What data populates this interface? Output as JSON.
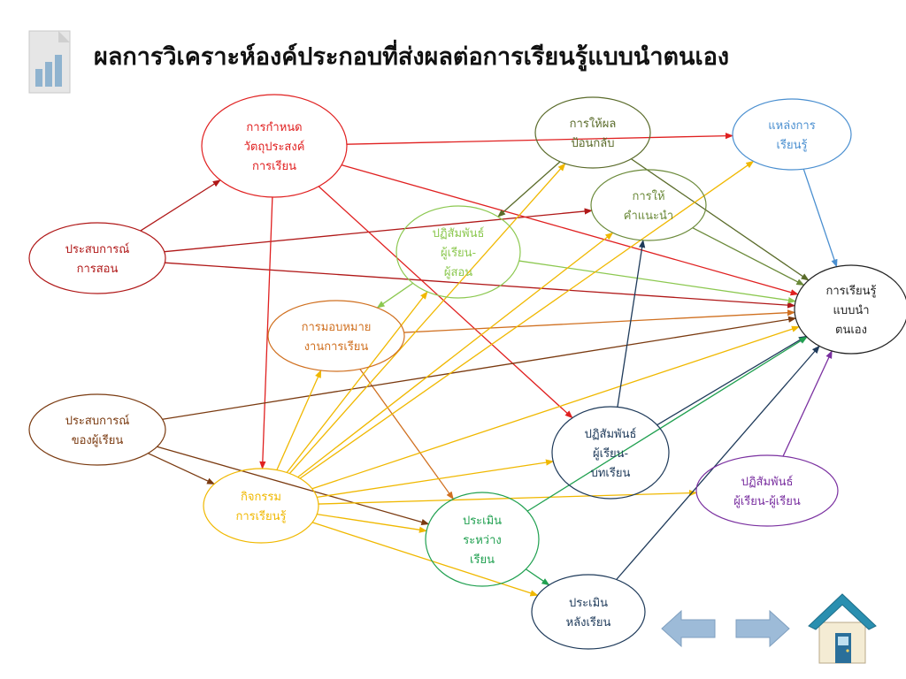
{
  "title": "ผลการวิเคราะห์องค์ประกอบที่ส่งผลต่อการเรียนรู้แบบนำตนเอง",
  "nodes": [
    {
      "id": "objective",
      "color": "#e02020",
      "lines": [
        "การกำหนด",
        "วัตถุประสงค์",
        "การเรียน"
      ]
    },
    {
      "id": "feedback",
      "color": "#5a6b2a",
      "lines": [
        "การให้ผล",
        "ป้อนกลับ"
      ]
    },
    {
      "id": "resources",
      "color": "#4a8fd0",
      "lines": [
        "แหล่งการ",
        "เรียนรู้"
      ]
    },
    {
      "id": "teaching",
      "color": "#b01818",
      "lines": [
        "ประสบการณ์",
        "การสอน"
      ]
    },
    {
      "id": "advice",
      "color": "#6b8a3a",
      "lines": [
        "การให้",
        "คำแนะนำ"
      ]
    },
    {
      "id": "learner-instructor",
      "color": "#8cc850",
      "lines": [
        "ปฏิสัมพันธ์",
        "ผู้เรียน-",
        "ผู้สอน"
      ]
    },
    {
      "id": "sdl",
      "color": "#222222",
      "lines": [
        "การเรียนรู้",
        "แบบนำ",
        "ตนเอง"
      ]
    },
    {
      "id": "assignment",
      "color": "#d07020",
      "lines": [
        "การมอบหมาย",
        "งานการเรียน"
      ]
    },
    {
      "id": "learner-exp",
      "color": "#7a3a10",
      "lines": [
        "ประสบการณ์",
        "ของผู้เรียน"
      ]
    },
    {
      "id": "learner-content",
      "color": "#1e3a5a",
      "lines": [
        "ปฏิสัมพันธ์",
        "ผู้เรียน-",
        "บทเรียน"
      ]
    },
    {
      "id": "activities",
      "color": "#f0b800",
      "lines": [
        "กิจกรรม",
        "การเรียนรู้"
      ]
    },
    {
      "id": "formative",
      "color": "#20a050",
      "lines": [
        "ประเมิน",
        "ระหว่าง",
        "เรียน"
      ]
    },
    {
      "id": "learner-learner",
      "color": "#7a30a0",
      "lines": [
        "ปฏิสัมพันธ์",
        "ผู้เรียน-ผู้เรียน"
      ]
    },
    {
      "id": "summative",
      "color": "#1e3a5a",
      "lines": [
        "ประเมิน",
        "หลังเรียน"
      ]
    }
  ],
  "edges": [
    [
      "teaching",
      "objective",
      "#b01818"
    ],
    [
      "teaching",
      "advice",
      "#b01818"
    ],
    [
      "teaching",
      "sdl",
      "#b01818"
    ],
    [
      "objective",
      "resources",
      "#e02020"
    ],
    [
      "objective",
      "activities",
      "#e02020"
    ],
    [
      "objective",
      "learner-content",
      "#e02020"
    ],
    [
      "objective",
      "sdl",
      "#e02020"
    ],
    [
      "feedback",
      "learner-instructor",
      "#5a6b2a"
    ],
    [
      "feedback",
      "sdl",
      "#5a6b2a"
    ],
    [
      "advice",
      "sdl",
      "#6b8a3a"
    ],
    [
      "resources",
      "sdl",
      "#4a8fd0"
    ],
    [
      "learner-instructor",
      "assignment",
      "#8cc850"
    ],
    [
      "learner-instructor",
      "sdl",
      "#8cc850"
    ],
    [
      "assignment",
      "sdl",
      "#d07020"
    ],
    [
      "assignment",
      "formative",
      "#d07020"
    ],
    [
      "learner-exp",
      "sdl",
      "#7a3a10"
    ],
    [
      "learner-exp",
      "activities",
      "#7a3a10"
    ],
    [
      "learner-exp",
      "formative",
      "#7a3a10"
    ],
    [
      "activities",
      "assignment",
      "#f0b800"
    ],
    [
      "activities",
      "feedback",
      "#f0b800"
    ],
    [
      "activities",
      "learner-instructor",
      "#f0b800"
    ],
    [
      "activities",
      "advice",
      "#f0b800"
    ],
    [
      "activities",
      "resources",
      "#f0b800"
    ],
    [
      "activities",
      "learner-content",
      "#f0b800"
    ],
    [
      "activities",
      "formative",
      "#f0b800"
    ],
    [
      "activities",
      "summative",
      "#f0b800"
    ],
    [
      "activities",
      "learner-learner",
      "#f0b800"
    ],
    [
      "activities",
      "sdl",
      "#f0b800"
    ],
    [
      "learner-content",
      "advice",
      "#1e3a5a"
    ],
    [
      "learner-content",
      "sdl",
      "#1e3a5a"
    ],
    [
      "formative",
      "sdl",
      "#20a050"
    ],
    [
      "formative",
      "summative",
      "#20a050"
    ],
    [
      "summative",
      "sdl",
      "#1e3a5a"
    ],
    [
      "learner-learner",
      "sdl",
      "#7a30a0"
    ]
  ],
  "nav": {
    "back_icon": "left-arrow-icon",
    "forward_icon": "right-arrow-icon",
    "home_icon": "home-icon",
    "arrow_color": "#9dbbd8",
    "home_roof_color": "#2a8fb0"
  }
}
